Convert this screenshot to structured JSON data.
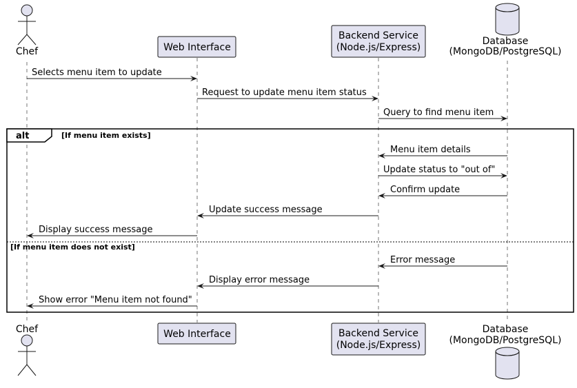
{
  "participants": {
    "chef": {
      "label": "Chef",
      "kind": "actor"
    },
    "web": {
      "label": "Web Interface",
      "kind": "participant"
    },
    "backend": {
      "label_line1": "Backend Service",
      "label_line2": "(Node.js/Express)",
      "kind": "participant"
    },
    "db": {
      "label_line1": "Database",
      "label_line2": "(MongoDB/PostgreSQL)",
      "kind": "database"
    }
  },
  "messages": [
    {
      "from": "chef",
      "to": "web",
      "text": "Selects menu item to update"
    },
    {
      "from": "web",
      "to": "backend",
      "text": "Request to update menu item status"
    },
    {
      "from": "backend",
      "to": "db",
      "text": "Query to find menu item"
    },
    {
      "from": "db",
      "to": "backend",
      "text": "Menu item details"
    },
    {
      "from": "backend",
      "to": "db",
      "text": "Update status to \"out of\""
    },
    {
      "from": "db",
      "to": "backend",
      "text": "Confirm update"
    },
    {
      "from": "backend",
      "to": "web",
      "text": "Update success message"
    },
    {
      "from": "web",
      "to": "chef",
      "text": "Display success message"
    },
    {
      "from": "db",
      "to": "backend",
      "text": "Error message"
    },
    {
      "from": "backend",
      "to": "web",
      "text": "Display error message"
    },
    {
      "from": "web",
      "to": "chef",
      "text": "Show error \"Menu item not found\""
    }
  ],
  "fragment": {
    "keyword": "alt",
    "guard_1": "[If menu item exists]",
    "guard_2": "[If menu item does not exist]"
  },
  "colors": {
    "participant_fill": "#E2E2F0",
    "line": "#181818"
  }
}
